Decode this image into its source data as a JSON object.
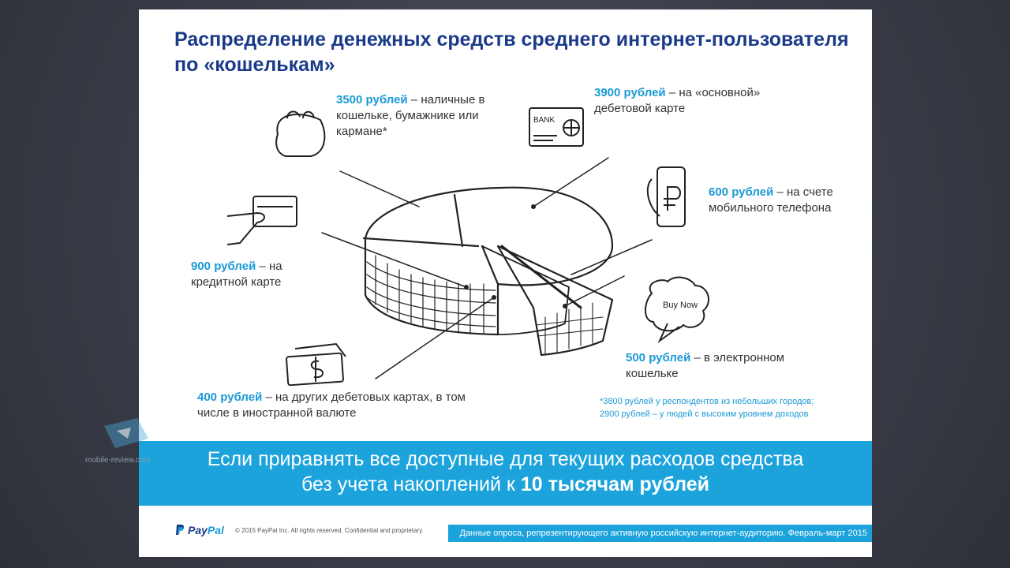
{
  "slide": {
    "title": "Распределение денежных средств среднего интернет-пользователя по «кошелькам»",
    "items": [
      {
        "amount": "3500 рублей",
        "text": " – наличные в кошельке, бумажнике или кармане*",
        "icon": "coin-purse-icon"
      },
      {
        "amount": "3900 рублей",
        "text": " – на «основной» дебетовой карте",
        "icon": "bank-card-icon",
        "icon_text": "BANK"
      },
      {
        "amount": "600 рублей",
        "text": " – на счете мобильного телефона",
        "icon": "phone-ruble-icon"
      },
      {
        "amount": "900 рублей",
        "text": " – на кредитной карте",
        "icon": "hand-card-icon"
      },
      {
        "amount": "500 рублей",
        "text": " – в электронном кошельке",
        "icon": "buy-now-icon",
        "icon_text": "Buy Now"
      },
      {
        "amount": "400 рублей",
        "text": " – на других дебетовых картах, в том числе в иностранной валюте",
        "icon": "banknotes-icon"
      }
    ],
    "footnote_1": "*3800 рублей у респондентов из небольших городов;",
    "footnote_2": "2900 рублей – у людей с высоким уровнем доходов",
    "banner_line_1": "Если приравнять все доступные для текущих расходов средства",
    "banner_line_2_prefix": "без учета накоплений к ",
    "banner_line_2_bold": "10 тысячам рублей",
    "logo_part_1": "Pay",
    "logo_part_2": "Pal",
    "copyright": "© 2015 PayPal Inc. All rights reserved. Confidential and proprietary.",
    "source": "Данные опроса, репрезентирующего активную российскую интернет-аудиторию. Февраль-март 2015"
  },
  "watermark": {
    "text": "mobile-review.com"
  },
  "colors": {
    "title": "#1a3a8a",
    "accent": "#1b9ad6",
    "banner": "#1ca3dc"
  }
}
